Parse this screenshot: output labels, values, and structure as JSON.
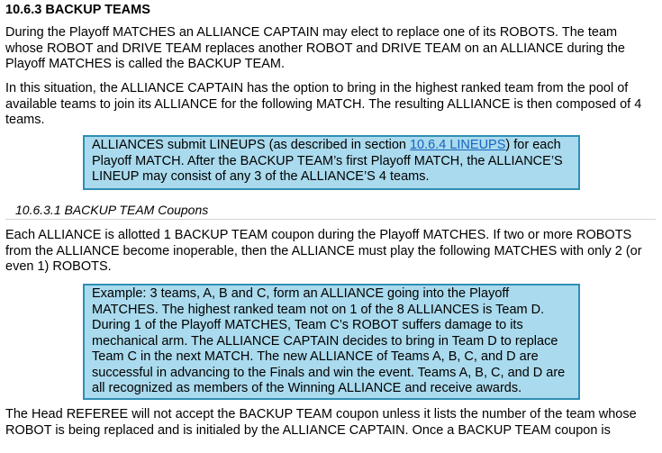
{
  "section": {
    "title": "10.6.3 BACKUP TEAMS"
  },
  "paragraphs": {
    "p1": "During the Playoff MATCHES an ALLIANCE CAPTAIN may elect to replace one of its ROBOTS. The team whose ROBOT and DRIVE TEAM replaces another ROBOT and DRIVE TEAM on an ALLIANCE during the Playoff MATCHES is called the BACKUP TEAM.",
    "p2": "In this situation, the ALLIANCE CAPTAIN has the option to bring in the highest ranked team from the pool of available teams to join its ALLIANCE for the following MATCH. The resulting ALLIANCE is then composed of 4 teams.",
    "p3": "Each ALLIANCE is allotted 1 BACKUP TEAM coupon during the Playoff MATCHES. If two or more ROBOTS from the ALLIANCE become inoperable, then the ALLIANCE must play the following MATCHES with only 2 (or even 1) ROBOTS.",
    "p4": "The Head REFEREE will not accept the BACKUP TEAM coupon unless it lists the number of the team whose ROBOT is being replaced and is initialed by the ALLIANCE CAPTAIN. Once a BACKUP TEAM coupon is"
  },
  "callout1": {
    "before_link": "ALLIANCES submit LINEUPS (as described in section ",
    "link_text": "10.6.4 LINEUPS",
    "after_link": ") for each Playoff MATCH. After the BACKUP TEAM’s first Playoff MATCH, the ALLIANCE’S LINEUP may consist of any 3 of the ALLIANCE’S 4 teams."
  },
  "subsection": {
    "title": "10.6.3.1  BACKUP TEAM Coupons"
  },
  "callout2": {
    "text": "Example: 3 teams, A, B and C, form an ALLIANCE going into the Playoff MATCHES. The highest ranked team not on 1 of the 8 ALLIANCES is Team D. During 1 of the Playoff MATCHES, Team C’s ROBOT suffers damage to its mechanical arm. The ALLIANCE CAPTAIN decides to bring in Team D to replace Team C in the next MATCH. The new ALLIANCE of Teams A, B, C, and D are successful in advancing to the Finals and win the event. Teams A, B, C, and D are all recognized as members of the Winning ALLIANCE and receive awards."
  },
  "colors": {
    "callout_fill": "#aadaed",
    "callout_border": "#2e8fb3",
    "link": "#1565c0"
  }
}
